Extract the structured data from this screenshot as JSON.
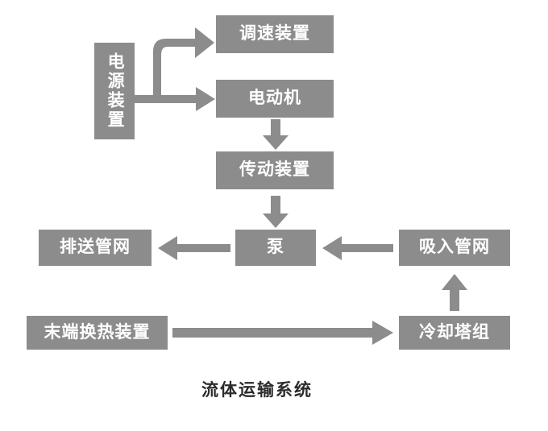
{
  "diagram": {
    "title": "流体运输系统",
    "colors": {
      "node_fill": "#8c8c8c",
      "node_text": "#ffffff",
      "arrow_fill": "#8c8c8c",
      "caption_text": "#2b2b2b",
      "background": "#ffffff"
    },
    "nodes": [
      {
        "id": "power",
        "label": "电源装置",
        "orientation": "vertical"
      },
      {
        "id": "speed",
        "label": "调速装置",
        "orientation": "horizontal"
      },
      {
        "id": "motor",
        "label": "电动机",
        "orientation": "horizontal"
      },
      {
        "id": "transmission",
        "label": "传动装置",
        "orientation": "horizontal"
      },
      {
        "id": "pump",
        "label": "泵",
        "orientation": "horizontal"
      },
      {
        "id": "discharge",
        "label": "排送管网",
        "orientation": "horizontal"
      },
      {
        "id": "suction",
        "label": "吸入管网",
        "orientation": "horizontal"
      },
      {
        "id": "terminal",
        "label": "末端换热装置",
        "orientation": "horizontal"
      },
      {
        "id": "cooling",
        "label": "冷却塔组",
        "orientation": "horizontal"
      }
    ],
    "edges": [
      {
        "id": "power-to-speed",
        "from": "power",
        "to": "speed",
        "direction": "up-right"
      },
      {
        "id": "power-to-motor",
        "from": "power",
        "to": "motor",
        "direction": "right"
      },
      {
        "id": "motor-to-transmission",
        "from": "motor",
        "to": "transmission",
        "direction": "down"
      },
      {
        "id": "transmission-to-pump",
        "from": "transmission",
        "to": "pump",
        "direction": "down"
      },
      {
        "id": "pump-to-discharge",
        "from": "pump",
        "to": "discharge",
        "direction": "left"
      },
      {
        "id": "suction-to-pump",
        "from": "suction",
        "to": "pump",
        "direction": "left"
      },
      {
        "id": "cooling-to-suction",
        "from": "cooling",
        "to": "suction",
        "direction": "up"
      },
      {
        "id": "terminal-to-cooling",
        "from": "terminal",
        "to": "cooling",
        "direction": "right"
      }
    ]
  }
}
